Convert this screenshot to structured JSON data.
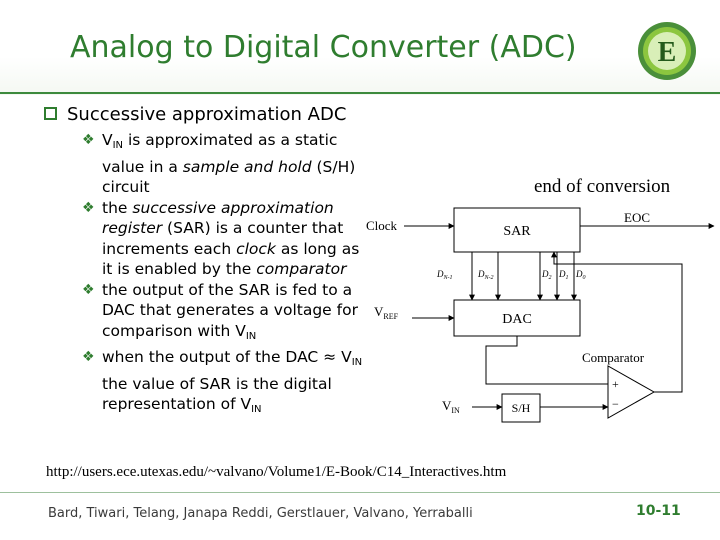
{
  "slide": {
    "title": "Analog to Digital Converter (ADC)",
    "logo_letter": "E",
    "bullet_main": "Successive approximation ADC",
    "sub1_a": "V",
    "sub1_sub": "IN",
    "sub1_b": " is approximated as a static value in a ",
    "sub1_italic": "sample and hold",
    "sub1_c": " (S/H) circuit",
    "sub2_a": "the ",
    "sub2_italic": "successive approximation register",
    "sub2_b": " (SAR) is a counter that increments each ",
    "sub2_italic2": "clock",
    "sub2_c": " as long as it is enabled by the ",
    "sub2_italic3": "comparator",
    "sub3_a": "the output of the SAR is fed to a DAC that generates a voltage for comparison with V",
    "sub3_sub": "IN",
    "sub4_a": "when the output of the DAC ≈ V",
    "sub4_sub": "IN",
    "sub4_b": " the value of SAR is the digital representation of V",
    "sub4_sub2": "IN",
    "eoc_annotation": "end of conversion",
    "url": "http://users.ece.utexas.edu/~valvano/Volume1/E-Book/C14_Interactives.htm",
    "authors": "Bard, Tiwari, Telang, Janapa Reddi, Gerstlauer, Valvano, Yerraballi",
    "page_number": "10-11"
  },
  "diagram": {
    "clock": "Clock",
    "sar": "SAR",
    "eoc": "EOC",
    "dn1": "D",
    "dn1_sub": "N-1",
    "dn2": "D",
    "dn2_sub": "N-2",
    "d2": "D",
    "d2_sub": "2",
    "d1": "D",
    "d1_sub": "1",
    "d0": "D",
    "d0_sub": "0",
    "vref": "V",
    "vref_sub": "REF",
    "dac": "DAC",
    "comparator": "Comparator",
    "plus": "+",
    "minus": "−",
    "vin": "V",
    "vin_sub": "IN",
    "sh": "S/H"
  },
  "colors": {
    "title_green": "#2f7d2f",
    "bullet_green": "#2f7d2f"
  }
}
